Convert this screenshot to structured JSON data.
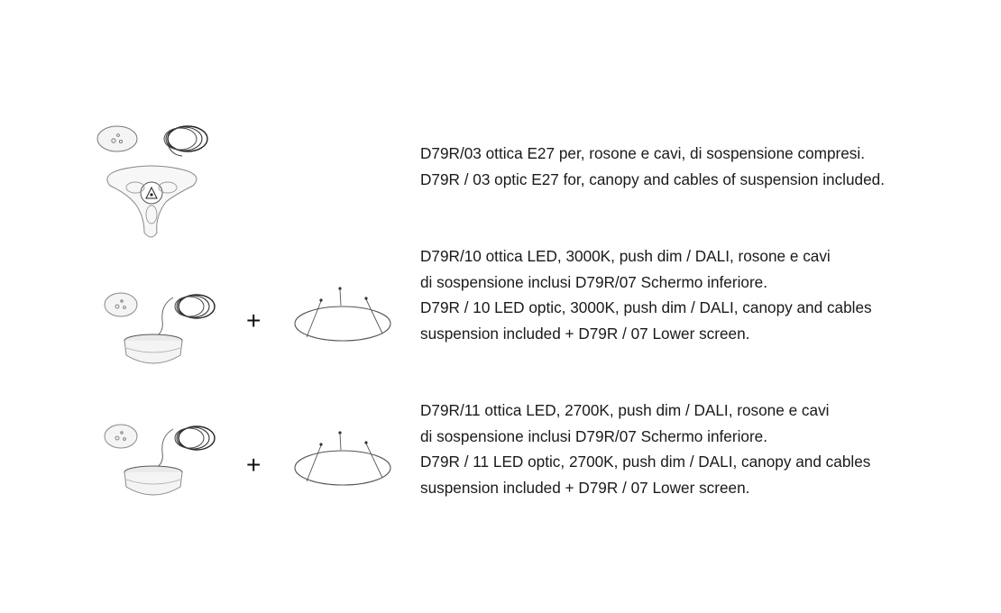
{
  "header": {
    "title_fragment": ""
  },
  "products": [
    {
      "lines": [
        "D79R/03 ottica E27 per, rosone e cavi, di sospensione compresi.",
        "D79R / 03 optic E27 for, canopy and cables of suspension included."
      ],
      "has_ring": false,
      "icon": "pendant-e27-kit-icon"
    },
    {
      "lines": [
        "D79R/10 ottica LED, 3000K, push dim / DALI, rosone e cavi",
        "di sospensione inclusi D79R/07 Schermo inferiore.",
        "D79R / 10 LED optic, 3000K, push dim / DALI, canopy and cables",
        "suspension included + D79R / 07 Lower screen."
      ],
      "has_ring": true,
      "plus": "+",
      "icon": "pendant-led-kit-icon"
    },
    {
      "lines": [
        "D79R/11 ottica LED, 2700K, push dim / DALI, rosone e cavi",
        "di sospensione inclusi D79R/07 Schermo inferiore.",
        "D79R / 11 LED optic, 2700K, push dim / DALI, canopy and cables",
        "suspension included + D79R / 07 Lower screen."
      ],
      "has_ring": true,
      "plus": "+",
      "icon": "pendant-led-kit-icon"
    }
  ]
}
